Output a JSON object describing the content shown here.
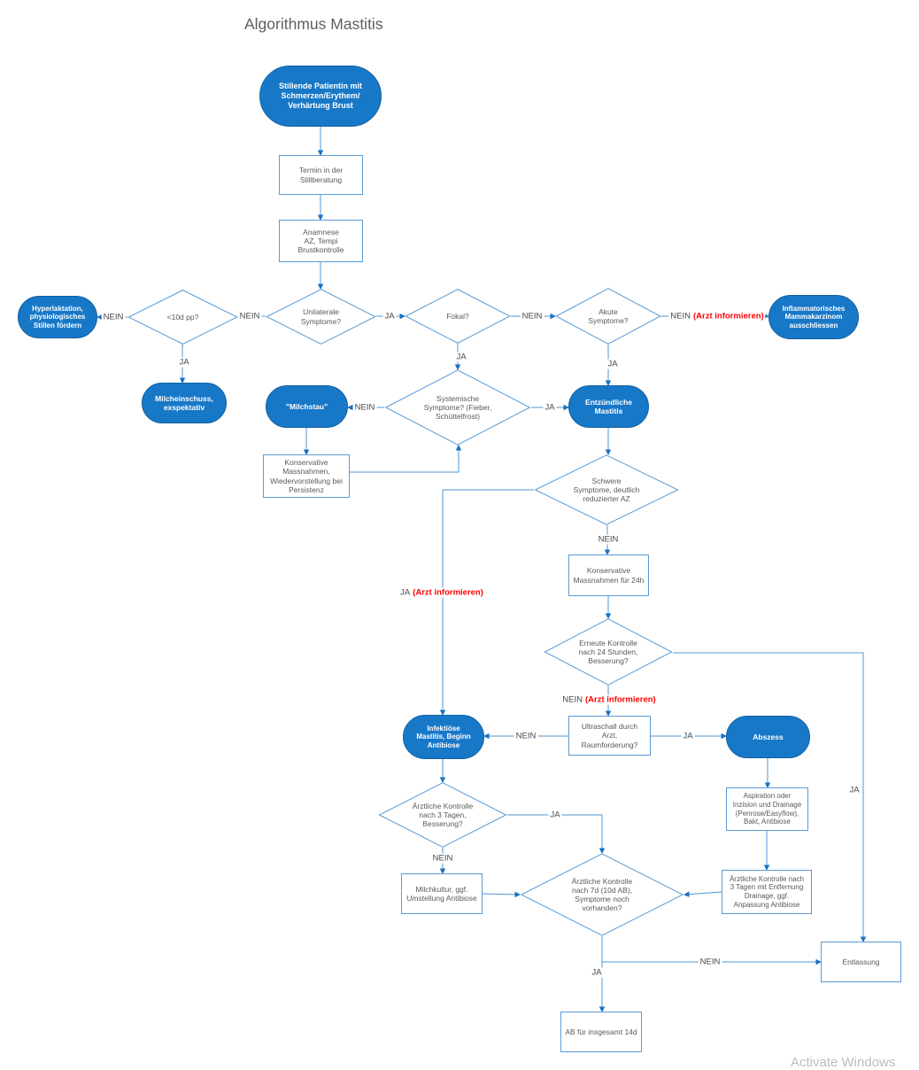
{
  "title": "Algorithmus Mastitis",
  "watermark": "Activate Windows",
  "colors": {
    "node_fill": "#1878c8",
    "node_text": "#ffffff",
    "outline": "#5b9bd5",
    "line": "#4f97d3",
    "arrowhead": "#1a70c2",
    "text": "#595959",
    "alert": "#ff0000"
  },
  "nodes": {
    "start": {
      "label": "Stillende Patientin mit\nSchmerzen/Erythem/\nVerhärtung Brust",
      "type": "terminal"
    },
    "termin": {
      "label": "Termin in der\nStillberatung",
      "type": "process"
    },
    "anamnese": {
      "label": "Anamnese\nAZ, Tempi\nBrustkontrolle",
      "type": "process"
    },
    "unilaterale": {
      "label": "Unilaterale\nSymptome?",
      "type": "decision"
    },
    "pp10": {
      "label": "<10d pp?",
      "type": "decision"
    },
    "hyperlaktation": {
      "label": "Hyperlaktation,\nphysiologisches\nStillen fördern",
      "type": "terminal"
    },
    "milcheinschuss": {
      "label": "Milcheinschuss,\nexspektativ",
      "type": "terminal"
    },
    "fokal": {
      "label": "Fokal?",
      "type": "decision"
    },
    "akute": {
      "label": "Akute\nSymptome?",
      "type": "decision"
    },
    "inflammatorisch": {
      "label": "Inflammatorisches\nMammakarzinom\nausschliessen",
      "type": "terminal"
    },
    "milchstau": {
      "label": "\"Milchstau\"",
      "type": "terminal"
    },
    "systemisch": {
      "label": "Systemische\nSymptome? (Fieber,\nSchüttelfrost)",
      "type": "decision"
    },
    "entzuendlich": {
      "label": "Entzündliche\nMastitis",
      "type": "terminal"
    },
    "konservativ_persistenz": {
      "label": "Konservative\nMassnahmen,\nWiedervorstellung bei\nPersistenz",
      "type": "process"
    },
    "schwere": {
      "label": "Schwere\nSymptome, deutlich\nreduzierter AZ",
      "type": "decision"
    },
    "konservativ24": {
      "label": "Konservative\nMassnahmen für 24h",
      "type": "process"
    },
    "erneute": {
      "label": "Erneute Kontrolle\nnach 24 Stunden,\nBesserung?",
      "type": "decision"
    },
    "ultraschall": {
      "label": "Ultraschall durch\nArzt,\nRaumforderung?",
      "type": "process"
    },
    "infektioes": {
      "label": "Infektiöse\nMastitis, Beginn\nAntibiose",
      "type": "terminal"
    },
    "abszess": {
      "label": "Abszess",
      "type": "terminal"
    },
    "kontrolle3": {
      "label": "Ärztliche Kontrolle\nnach 3 Tagen,\nBesserung?",
      "type": "decision"
    },
    "milchkultur": {
      "label": "Milchkultur, ggf.\nUmstellung Antibiose",
      "type": "process"
    },
    "aspiration": {
      "label": "Aspiration oder\nInzision und Drainage\n(Penrose/Easyflow),\nBakt, Antibiose",
      "type": "process"
    },
    "drainage_kontrolle": {
      "label": "Ärztliche Kontrolle nach\n3 Tagen mit Entfernung\nDrainage, ggf.\nAnpassung Antibiose",
      "type": "process"
    },
    "kontrolle7": {
      "label": "Ärztliche Kontrolle\nnach 7d (10d AB),\nSymptome noch\nvorhanden?",
      "type": "decision"
    },
    "entlassung": {
      "label": "Entlassung",
      "type": "process"
    },
    "ab14": {
      "label": "AB für insgesamt 14d",
      "type": "process"
    }
  },
  "labels": {
    "unilateral_nein": {
      "text": "NEIN"
    },
    "pp10_nein": {
      "text": "NEIN"
    },
    "pp10_ja": {
      "text": "JA"
    },
    "unilateral_ja": {
      "text": "JA"
    },
    "fokal_nein": {
      "text": "NEIN"
    },
    "akute_nein": {
      "text": "NEIN",
      "alert": "(Arzt informieren)"
    },
    "akute_ja": {
      "text": "JA"
    },
    "fokal_ja": {
      "text": "JA"
    },
    "systemisch_nein": {
      "text": "NEIN"
    },
    "systemisch_ja": {
      "text": "JA"
    },
    "schwere_ja": {
      "text": "JA",
      "alert": "(Arzt informieren)"
    },
    "schwere_nein": {
      "text": "NEIN"
    },
    "erneute_nein": {
      "text": "NEIN",
      "alert": "(Arzt informieren)"
    },
    "erneute_ja": {
      "text": "JA"
    },
    "ultraschall_nein": {
      "text": "NEIN"
    },
    "ultraschall_ja": {
      "text": "JA"
    },
    "kontrolle3_ja": {
      "text": "JA"
    },
    "kontrolle3_nein": {
      "text": "NEIN"
    },
    "kontrolle7_nein": {
      "text": "NEIN"
    },
    "kontrolle7_ja": {
      "text": "JA"
    }
  }
}
